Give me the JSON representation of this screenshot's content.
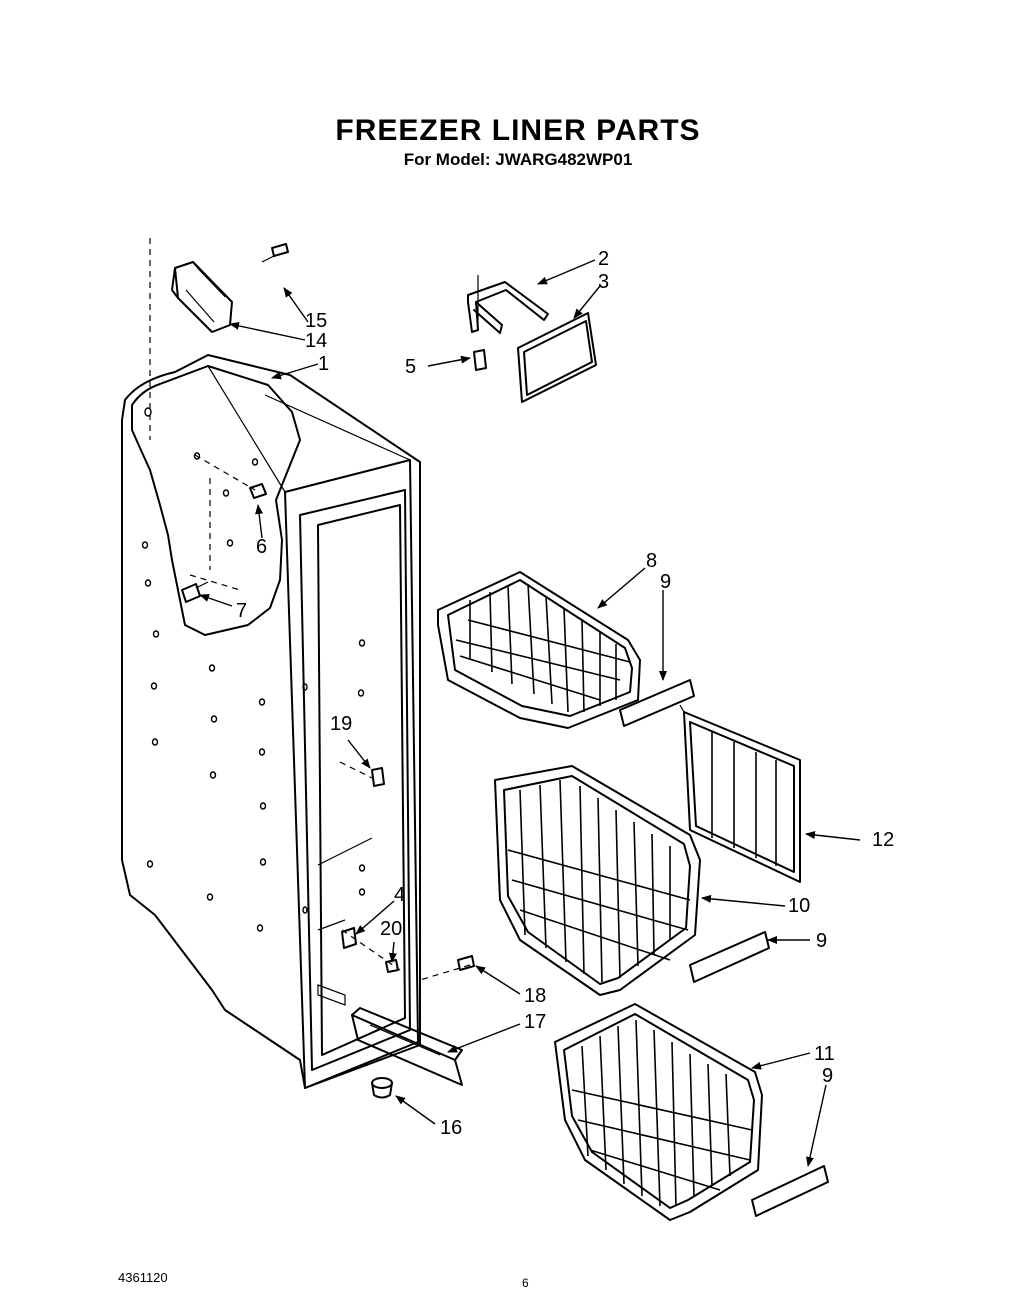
{
  "header": {
    "title": "FREEZER LINER PARTS",
    "subtitle": "For Model: JWARG482WP01"
  },
  "footer": {
    "doc_number": "4361120",
    "page_number": "6"
  },
  "callouts": {
    "c1": "1",
    "c2": "2",
    "c3": "3",
    "c4": "4",
    "c5": "5",
    "c6": "6",
    "c7": "7",
    "c8": "8",
    "c9a": "9",
    "c9b": "9",
    "c9c": "9",
    "c10": "10",
    "c11": "11",
    "c12": "12",
    "c14": "14",
    "c15": "15",
    "c16": "16",
    "c17": "17",
    "c18": "18",
    "c19": "19",
    "c20": "20"
  }
}
